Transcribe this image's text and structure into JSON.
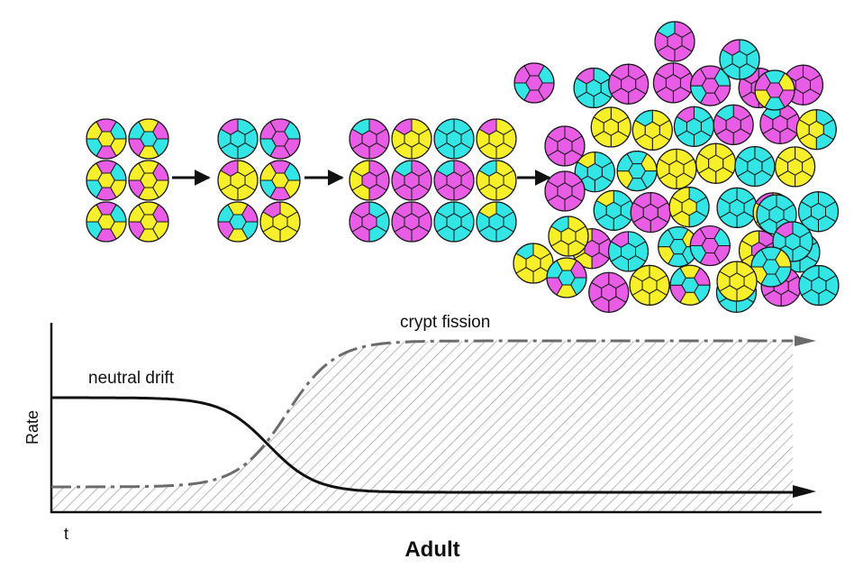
{
  "colors": {
    "magenta": "#e85ce6",
    "cyan": "#33e5e5",
    "yellow": "#f7ef2a",
    "outline": "#1a1a1a",
    "arrow": "#111111",
    "drift_line": "#111111",
    "fission_line": "#6b6b6b",
    "hatch": "#9a9a9a"
  },
  "stages": [
    {
      "name": "stage-1",
      "crypts": [
        [
          "split",
          "split"
        ],
        [
          "split",
          "split"
        ],
        [
          "split",
          "split"
        ]
      ]
    },
    {
      "name": "stage-2",
      "crypts": [
        [
          "wedge",
          "split"
        ],
        [
          "wedge",
          "split"
        ],
        [
          "split",
          "wedge"
        ]
      ]
    },
    {
      "name": "stage-3",
      "crypts": [
        [
          "wedge",
          "wedge",
          "solid",
          "wedge"
        ],
        [
          "half",
          "wedge",
          "wedge",
          "wedge"
        ],
        [
          "half",
          "solid",
          "solid",
          "wedge"
        ]
      ]
    },
    {
      "name": "stage-4",
      "crypts": "cluster"
    }
  ],
  "graph": {
    "ylabel": "Rate",
    "tick_label": "t",
    "xlabel": "Adult",
    "curves": [
      {
        "name": "neutral drift",
        "label": "neutral drift",
        "style": "solid",
        "high": 1.0,
        "low": 0.05
      },
      {
        "name": "crypt fission",
        "label": "crypt fission",
        "style": "dash-dot",
        "high": 1.35,
        "low": 0.1
      }
    ]
  }
}
